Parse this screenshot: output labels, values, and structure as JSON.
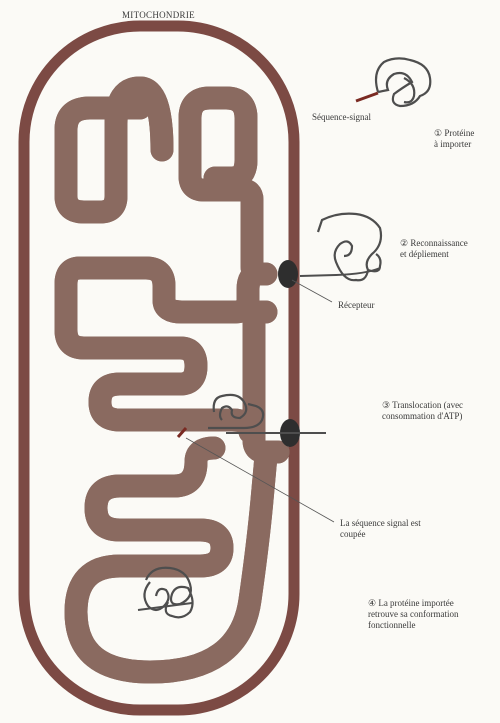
{
  "title": "MITOCHONDRIE",
  "labels": {
    "signal_sequence": "Séquence-signal",
    "step1": "① Protéine\nà importer",
    "step2": "② Reconnaissance\net dépliement",
    "receptor": "Récepteur",
    "step3": "③ Translocation (avec\nconsommation d'ATP)",
    "cleaved": "La séquence signal est\ncoupée",
    "step4": "④ La protéine importée\nretrouve sa conformation\nfonctionnelle"
  },
  "colors": {
    "outer_membrane": "#7c4a44",
    "inner_membrane": "#caa99a",
    "inner_membrane_edge": "#8a6a60",
    "matrix": "#fbfaf6",
    "receptor": "#2e2e2e",
    "protein": "#4e4e4e",
    "signal": "#7a2a22"
  }
}
